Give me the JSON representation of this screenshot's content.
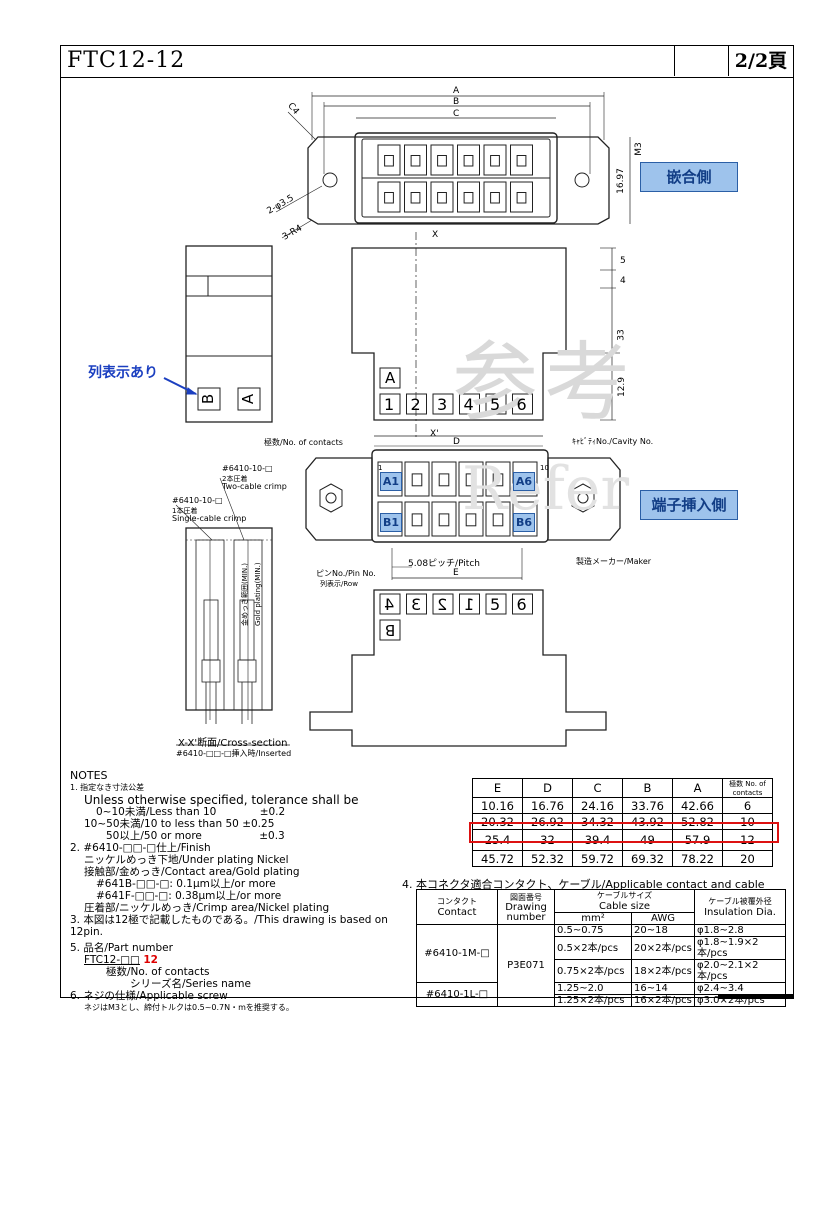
{
  "header": {
    "title": "FTC12-12",
    "page": "2/2頁"
  },
  "callouts": {
    "mating_side": "嵌合側",
    "terminal_side": "端子挿入側",
    "row_note": "列表示あり"
  },
  "watermark": {
    "kanji": "参考",
    "latin": "Refer"
  },
  "labels": {
    "no_contacts": "極数/No. of contacts",
    "cavity_no": "ｷｬﾋﾞﾃｨNo./Cavity No.",
    "maker": "製造メーカー/Maker",
    "pin_no": "ピンNo./Pin No.",
    "row": "列表示/Row",
    "two_cable": "#6410-10-□",
    "two_cable_jp": "2本圧着",
    "two_cable_en": "Two-cable crimp",
    "single_cable": "#6410-10-□",
    "single_cable_jp": "1本圧着",
    "single_cable_en": "Single-cable crimp",
    "gold_jp": "金めっき範囲(MIN.)",
    "gold_en": "Gold plating(MIN.)",
    "cross_section": "X-X'断面/Cross-section",
    "inserted": "#6410-□□-□挿入時/Inserted",
    "pitch": "5.08ピッチ/Pitch",
    "dim_A": "A",
    "dim_B": "B",
    "dim_C": "C",
    "dim_D": "D",
    "dim_E": "E",
    "c4": "C4",
    "hole": "2-φ3.5",
    "r4": "3-R4",
    "dim_1697": "16.97",
    "m3": "M3",
    "dim_5": "5",
    "dim_4": "4",
    "dim_33": "33",
    "dim_129": "12.9",
    "x": "X",
    "xp": "X'",
    "row_a": "A",
    "row_b": "B",
    "a1": "A1",
    "a6": "A6",
    "b1": "B1",
    "b6": "B6",
    "num1": "1",
    "num6": "6",
    "num10": "10",
    "pins": [
      "1",
      "2",
      "3",
      "4",
      "5",
      "6"
    ]
  },
  "notes": {
    "title": "NOTES",
    "n1": "1. 指定なき寸法公差",
    "n1a": "Unless otherwise specified, tolerance shall be",
    "n1b": "0~10未満/Less than 10",
    "n1b_v": "±0.2",
    "n1c": "10~50未満/10 to less than 50",
    "n1c_v": "±0.25",
    "n1d": "50以上/50 or more",
    "n1d_v": "±0.3",
    "n2": "2. #6410-□□-□仕上/Finish",
    "n2a": "ニッケルめっき下地/Under plating Nickel",
    "n2b": "接触部/金めっき/Contact area/Gold plating",
    "n2c": "#641B-□□-□: 0.1μm以上/or more",
    "n2d": "#641F-□□-□: 0.38μm以上/or more",
    "n2e": "圧着部/ニッケルめっき/Crimp area/Nickel plating",
    "n3": "3. 本図は12極で記載したものである。/This drawing is based on 12pin.",
    "n5": "5. 品名/Part number",
    "n5a": "FTC12-□□",
    "n5a_red": "12",
    "n5b": "極数/No. of contacts",
    "n5c": "シリーズ名/Series name",
    "n6": "6. ネジの仕様/Applicable screw",
    "n6a": "ネジはM3とし、締付トルクは0.5~0.7N・mを推奨する。"
  },
  "dim_table": {
    "headers": [
      "E",
      "D",
      "C",
      "B",
      "A",
      "極数 No. of contacts"
    ],
    "rows": [
      [
        "10.16",
        "16.76",
        "24.16",
        "33.76",
        "42.66",
        "6"
      ],
      [
        "20.32",
        "26.92",
        "34.32",
        "43.92",
        "52.82",
        "10"
      ],
      [
        "25.4",
        "32",
        "39.4",
        "49",
        "57.9",
        "12"
      ],
      [
        "45.72",
        "52.32",
        "59.72",
        "69.32",
        "78.22",
        "20"
      ]
    ]
  },
  "cable_table": {
    "title": "4. 本コネクタ適合コンタクト、ケーブル/Applicable contact and cable",
    "h_contact_jp": "コンタクト",
    "h_contact": "Contact",
    "h_drawing_jp": "図面番号",
    "h_drawing": "Drawing number",
    "h_size_jp": "ケーブルサイズ",
    "h_size": "Cable size",
    "h_mm": "mm²",
    "h_awg": "AWG",
    "h_ins_jp": "ケーブル被覆外径",
    "h_ins": "Insulation Dia.",
    "c1": "#6410-1M-□",
    "c2": "#6410-1L-□",
    "drawing": "P3E071",
    "rows": [
      [
        "0.5~0.75",
        "20~18",
        "φ1.8~2.8"
      ],
      [
        "0.5×2本/pcs",
        "20×2本/pcs",
        "φ1.8~1.9×2本/pcs"
      ],
      [
        "0.75×2本/pcs",
        "18×2本/pcs",
        "φ2.0~2.1×2本/pcs"
      ],
      [
        "1.25~2.0",
        "16~14",
        "φ2.4~3.4"
      ],
      [
        "1.25×2本/pcs",
        "16×2本/pcs",
        "φ3.0×2本/pcs"
      ]
    ]
  }
}
